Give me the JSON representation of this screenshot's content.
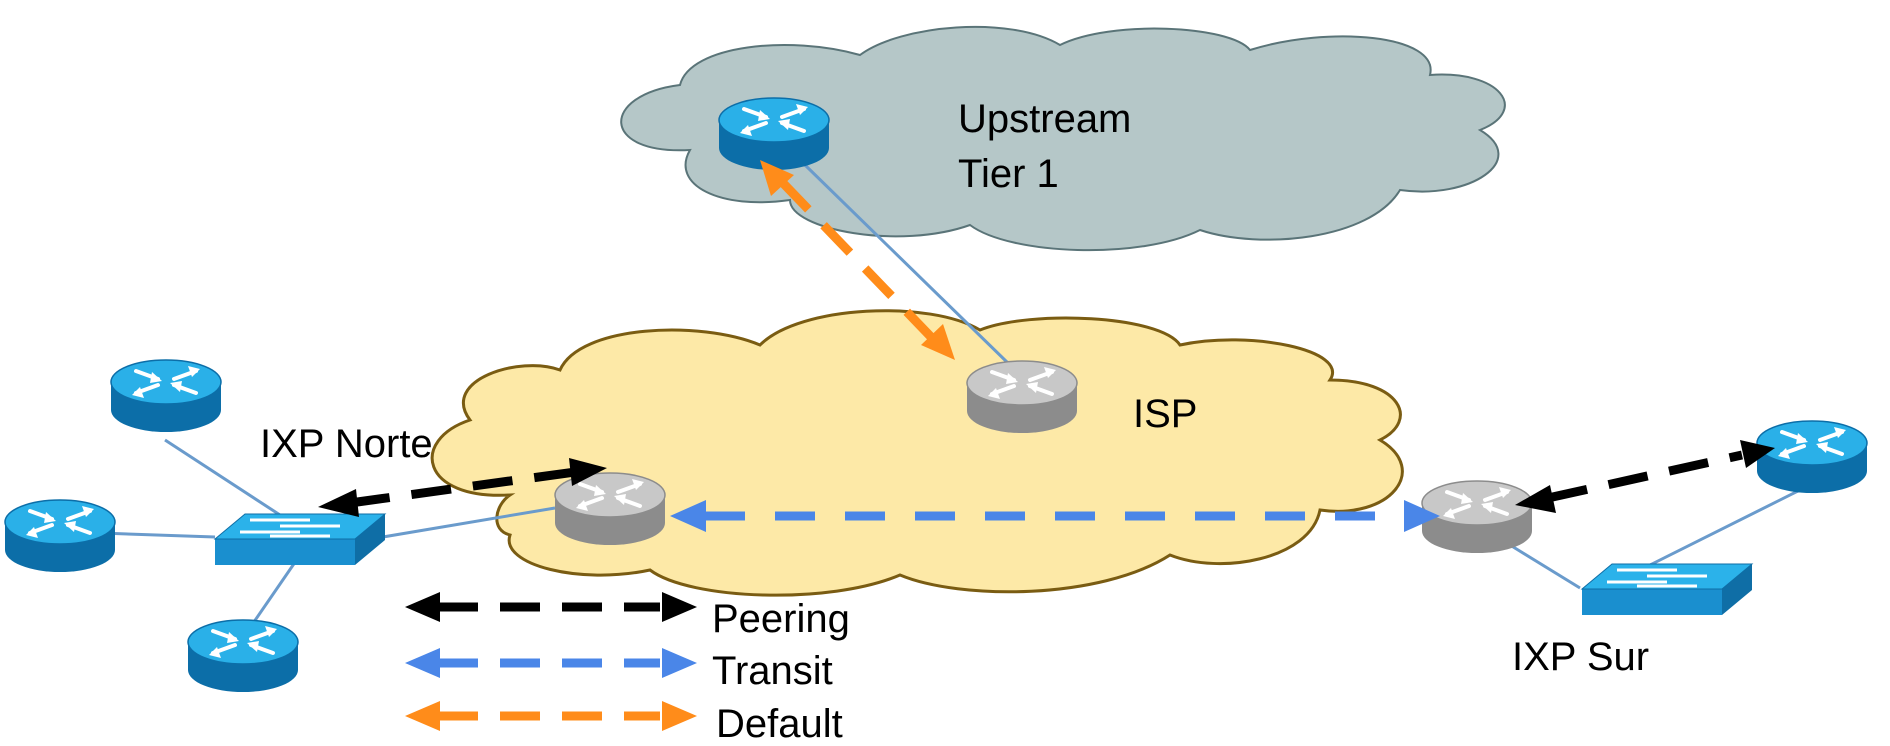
{
  "clouds": {
    "upstream": {
      "line1": "Upstream",
      "line2": "Tier 1",
      "fill": "#b5c7c8",
      "stroke": "#5a7478"
    },
    "isp": {
      "label": "ISP",
      "fill": "#fde9a7",
      "stroke": "#7a5c12"
    }
  },
  "ixps": {
    "norte": {
      "label": "IXP Norte"
    },
    "sur": {
      "label": "IXP Sur"
    }
  },
  "legend": {
    "peering": {
      "label": "Peering",
      "color": "#000000"
    },
    "transit": {
      "label": "Transit",
      "color": "#4a86e8"
    },
    "default": {
      "label": "Default",
      "color": "#ff8c1a"
    }
  },
  "colors": {
    "router_blue": "#1f9fd8",
    "router_gray": "#a8a8a8",
    "link": "#6a9bcc"
  },
  "icons": {
    "router": "router-icon",
    "switch": "switch-icon"
  }
}
